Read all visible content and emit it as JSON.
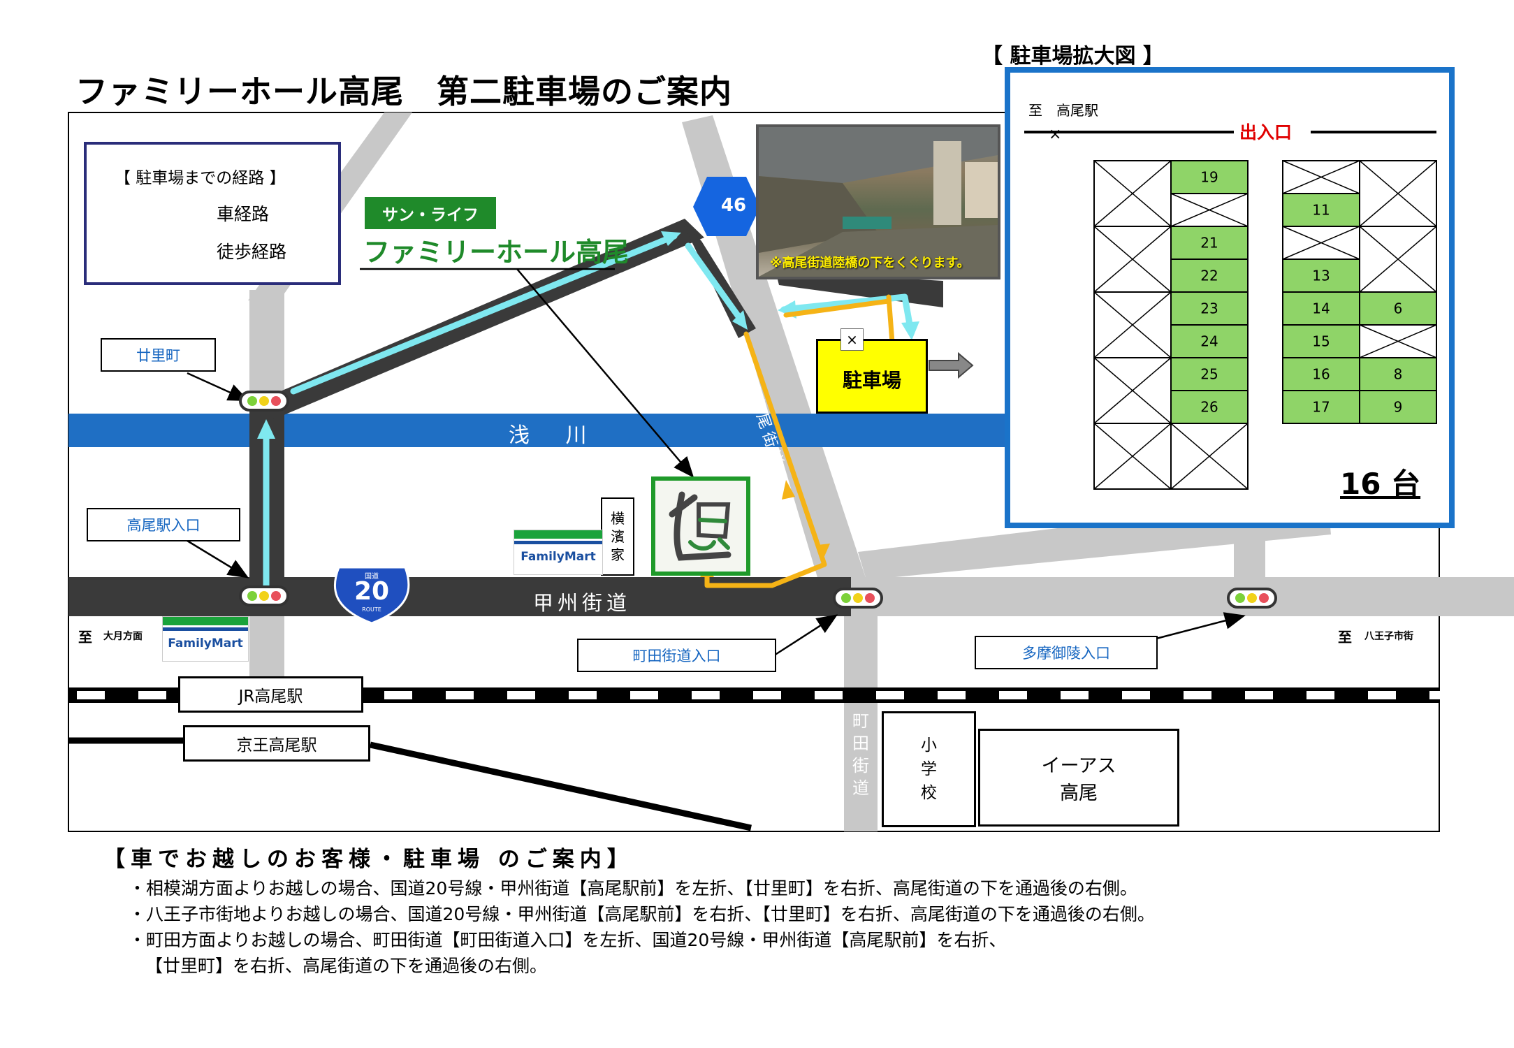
{
  "title": "ファミリーホール高尾　第二駐車場のご案内",
  "legend": {
    "title": "【 駐車場までの経路 】",
    "car_route": "車経路",
    "walk_route": "徒歩経路"
  },
  "brand": {
    "sub": "サン・ライフ",
    "name": "ファミリーホール高尾"
  },
  "photo_caption": "※高尾街道陸橋の下をくぐります。",
  "route_badges": {
    "route46": "46",
    "route20_top": "国道",
    "route20": "20",
    "route20_bottom": "ROUTE"
  },
  "parking_label": "駐車場",
  "parking_x": "×",
  "river": "浅　 川",
  "roads": {
    "koshu": "甲州街道",
    "takao": "高尾街道",
    "machida": "町田街道"
  },
  "place_labels": {
    "tsuzuramachi": "廿里町",
    "takao_eki_iriguchi": "高尾駅入口",
    "machida_kaido_iriguchi": "町田街道入口",
    "tama_goryo_iriguchi": "多摩御陵入口",
    "jr_takao": "JR高尾駅",
    "keio_takao": "京王高尾駅",
    "yokohamaya": "横濱家",
    "elementary": "小学校",
    "eas_line1": "イーアス",
    "eas_line2": "高尾",
    "familymart": "FamilyMart"
  },
  "directions": {
    "to_otsuki_prefix": "至",
    "to_otsuki": "大月方面",
    "to_hachioji_prefix": "至",
    "to_hachioji": "八王子市街"
  },
  "inset": {
    "title": "【 駐車場拡大図 】",
    "to_station": "至　高尾駅",
    "entrance": "出入口",
    "x_mark": "×",
    "total": "16 台",
    "left_column": [
      "X",
      "19",
      "X",
      "X",
      "X",
      "21",
      "X",
      "22",
      "X",
      "23",
      "X",
      "24",
      "X",
      "25",
      "X",
      "26",
      "X",
      "X"
    ],
    "right_column": [
      "X",
      "X",
      "11",
      "",
      "X",
      "X",
      "13",
      "X",
      "14",
      "6",
      "15",
      "X",
      "16",
      "8",
      "17",
      "9"
    ]
  },
  "notes": {
    "heading": "【車でお越しのお客様・駐車場 のご案内】",
    "items": [
      "・相模湖方面よりお越しの場合、国道20号線・甲州街道【高尾駅前】を左折、【廿里町】を右折、高尾街道の下を通過後の右側。",
      "・八王子市街地よりお越しの場合、国道20号線・甲州街道【高尾駅前】を右折、【廿里町】を右折、高尾街道の下を通過後の右側。",
      "・町田方面よりお越しの場合、町田街道【町田街道入口】を左折、国道20号線・甲州街道【高尾駅前】を右折、"
    ],
    "continuation": "【廿里町】を右折、高尾街道の下を通過後の右側。"
  },
  "colors": {
    "car_route": "#7fe8f0",
    "walk_route": "#f5b316",
    "road": "#c8c8c8",
    "route_road": "#3a3a3a",
    "river": "#1f6fc4",
    "parking": "#ffff00",
    "space_green": "#8fd468",
    "inset_border": "#1a73c9",
    "entrance": "#e00000"
  }
}
